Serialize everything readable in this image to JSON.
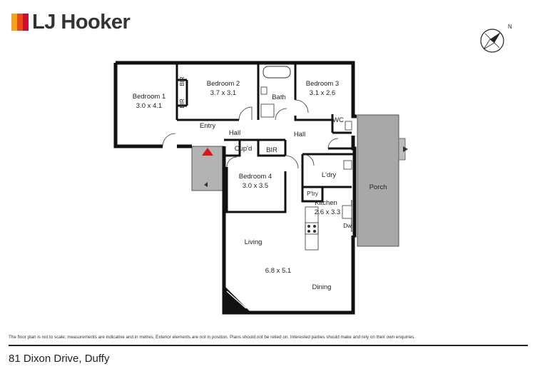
{
  "brand": {
    "name": "LJ Hooker",
    "stripe_colors": [
      "#f7a11a",
      "#e8481c",
      "#c8102e"
    ]
  },
  "compass": {
    "north_label": "N"
  },
  "rooms": {
    "bedroom1": {
      "name": "Bedroom 1",
      "dims": "3.0 x 4.1"
    },
    "bedroom2": {
      "name": "Bedroom 2",
      "dims": "3.7 x 3.1"
    },
    "bedroom3": {
      "name": "Bedroom 3",
      "dims": "3.1 x 2.6"
    },
    "bedroom4": {
      "name": "Bedroom 4",
      "dims": "3.0 x 3.5"
    },
    "bath": {
      "name": "Bath"
    },
    "wc": {
      "name": "WC"
    },
    "entry": {
      "name": "Entry"
    },
    "hall1": {
      "name": "Hall"
    },
    "hall2": {
      "name": "Hall"
    },
    "bir1": {
      "name": "BIR"
    },
    "bir2": {
      "name": "BIR"
    },
    "bir3": {
      "name": "BIR"
    },
    "cupd": {
      "name": "Cup'd"
    },
    "laundry": {
      "name": "L'dry"
    },
    "pantry": {
      "name": "P'try"
    },
    "kitchen": {
      "name": "Kitchen",
      "dims": "2.6 x 3.3"
    },
    "dw": {
      "name": "Dw"
    },
    "porch": {
      "name": "Porch"
    },
    "living": {
      "name": "Living"
    },
    "living_dims": {
      "dims": "6.8 x 5.1"
    },
    "dining": {
      "name": "Dining"
    }
  },
  "disclaimer": "The floor plan is not to scale; measurements are indicative and in metres. Exterior elements are not in position. Plans should not be relied on. Interested parties should make and rely on their own enquiries.",
  "address": "81 Dixon Drive, Duffy",
  "colors": {
    "wall": "#111111",
    "porch_fill": "#a8a8a8",
    "entry_step_fill": "#b3b3b3",
    "entry_marker": "#d9141c"
  }
}
